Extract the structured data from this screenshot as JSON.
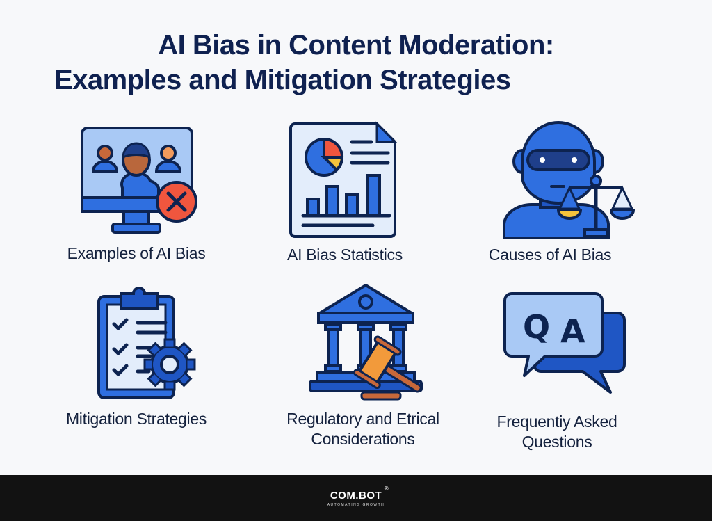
{
  "title": {
    "line1": "AI Bias in Content Moderation:",
    "line2": "Examples and Mitigation Strategies"
  },
  "items": [
    {
      "label": "Examples of AI Bias",
      "icon": "monitor-user-rejected-icon"
    },
    {
      "label": "AI Bias Statistics",
      "icon": "report-chart-icon"
    },
    {
      "label": "Causes of AI Bias",
      "icon": "robot-scales-icon"
    },
    {
      "label": "Mitigation Strategies",
      "icon": "clipboard-gear-icon"
    },
    {
      "label_line1": "Regulatory and Etrical",
      "label_line2": "Considerations",
      "icon": "courthouse-gavel-icon"
    },
    {
      "label_line1": "Frequentiy Asked",
      "label_line2": "Questions",
      "icon": "qa-chat-icon"
    }
  ],
  "footer": {
    "brand": "COM.BOT",
    "registered": "®",
    "tagline": "AUTOMATING GROWTH"
  },
  "colors": {
    "title": "#0f2150",
    "outline": "#0d2350",
    "blue": "#2f6fe0",
    "light_blue": "#a9c9f5",
    "pale_blue": "#e3edfb",
    "red": "#f0563e",
    "orange": "#f29a3b",
    "yellow": "#f5c33b",
    "footer_bg": "#121212"
  }
}
